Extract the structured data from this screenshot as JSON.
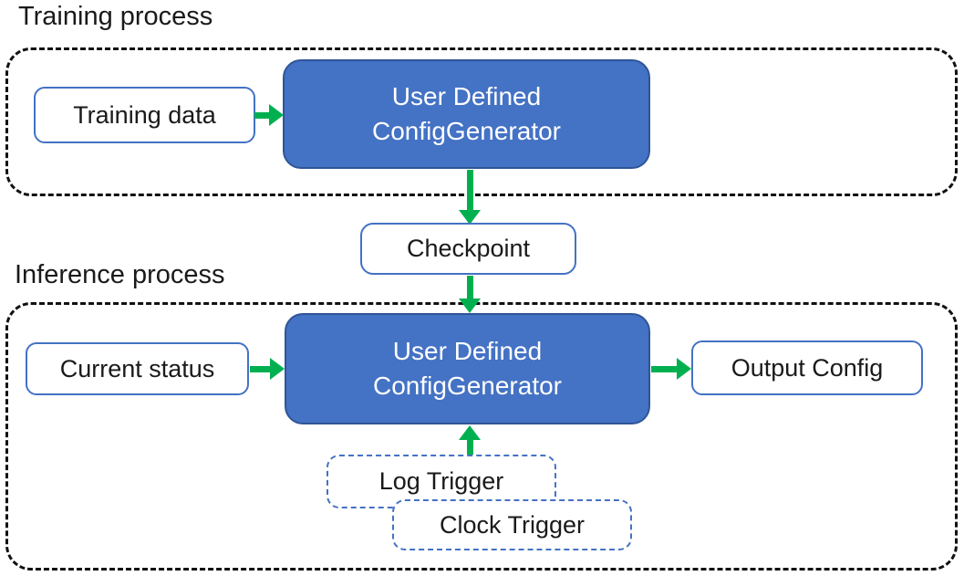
{
  "diagram": {
    "colors": {
      "node_fill_blue": "#4472C4",
      "node_border_blue_dark": "#2F5597",
      "light_box_border_blue": "#4472C4",
      "arrow_green": "#00B050",
      "container_dash_black": "#111111",
      "text_black": "#1a1a1a",
      "text_white": "#ffffff"
    },
    "training": {
      "title": "Training process",
      "input_label": "Training data",
      "generator_line1": "User Defined",
      "generator_line2": "ConfigGenerator"
    },
    "checkpoint_label": "Checkpoint",
    "inference": {
      "title": "Inference process",
      "input_label": "Current status",
      "generator_line1": "User Defined",
      "generator_line2": "ConfigGenerator",
      "output_label": "Output Config",
      "triggers": [
        "Log Trigger",
        "Clock Trigger"
      ]
    }
  }
}
